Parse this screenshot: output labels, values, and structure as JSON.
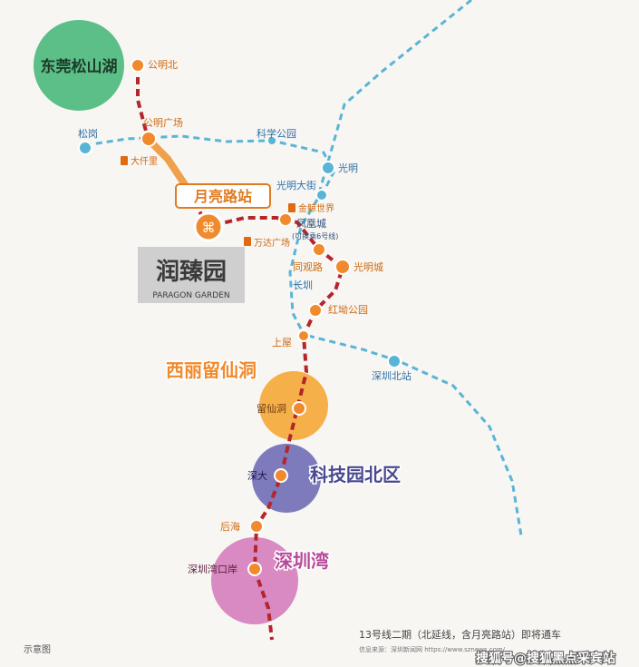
{
  "colors": {
    "background": "#f7f6f3",
    "line13": "#b5252b",
    "line_blue": "#5ab4d6",
    "station_orange": "#f08a2c",
    "label_orange": "#e07b20",
    "label_blue": "#2f6fa8",
    "poi_orange": "#e06a12",
    "district_green": "#5bbf87",
    "district_orange": "#f6b04a",
    "district_purple": "#7e7bbd",
    "district_pink": "#d98ac2",
    "project_box": "#cfcfcf"
  },
  "districts": [
    {
      "id": "songshan",
      "label": "东莞松山湖"
    },
    {
      "id": "xili",
      "label": "西丽留仙洞"
    },
    {
      "id": "keji",
      "label": "科技园北区"
    },
    {
      "id": "shenzhenwan",
      "label": "深圳湾"
    }
  ],
  "stations_line13": [
    {
      "id": "gongmingbei",
      "label": "公明北"
    },
    {
      "id": "gongmingguangchang",
      "label": "公明广场"
    },
    {
      "id": "yueliangluzhan",
      "label": "月亮路站"
    },
    {
      "id": "fenghuangcheng",
      "label": "凤凰城",
      "note": "(可换乘6号线)"
    },
    {
      "id": "tongguanlu",
      "label": "同观路"
    },
    {
      "id": "guangmingcheng",
      "label": "光明城"
    },
    {
      "id": "hongchanggongyuan",
      "label": "红坳公园"
    },
    {
      "id": "shangwu",
      "label": "上屋"
    },
    {
      "id": "liuxiandong",
      "label": "留仙洞"
    },
    {
      "id": "shenda",
      "label": "深大"
    },
    {
      "id": "houhai",
      "label": "后海"
    },
    {
      "id": "shenzhenwankouan",
      "label": "深圳湾口岸"
    }
  ],
  "stations_other": [
    {
      "id": "songgang",
      "label": "松岗"
    },
    {
      "id": "kexuegongyuan",
      "label": "科学公园"
    },
    {
      "id": "guangming",
      "label": "光明"
    },
    {
      "id": "guangmingdajie",
      "label": "光明大街"
    },
    {
      "id": "changzhen",
      "label": "长圳"
    },
    {
      "id": "shenzhenbeizhan",
      "label": "深圳北站"
    }
  ],
  "pois": [
    {
      "id": "dashili",
      "label": "大仟里"
    },
    {
      "id": "wanda",
      "label": "万达广场"
    },
    {
      "id": "jingshi",
      "label": "金鲸世界"
    }
  ],
  "project": {
    "name": "润臻园",
    "name_en": "PARAGON GARDEN"
  },
  "footer": {
    "note": "13号线二期（北延线，含月亮路站）即将通车",
    "source": "信息来源：深圳新闻网 https://www.sznews.com/...",
    "schematic": "示意图",
    "watermark": "搜狐号@搜狐黑点采宾站"
  }
}
